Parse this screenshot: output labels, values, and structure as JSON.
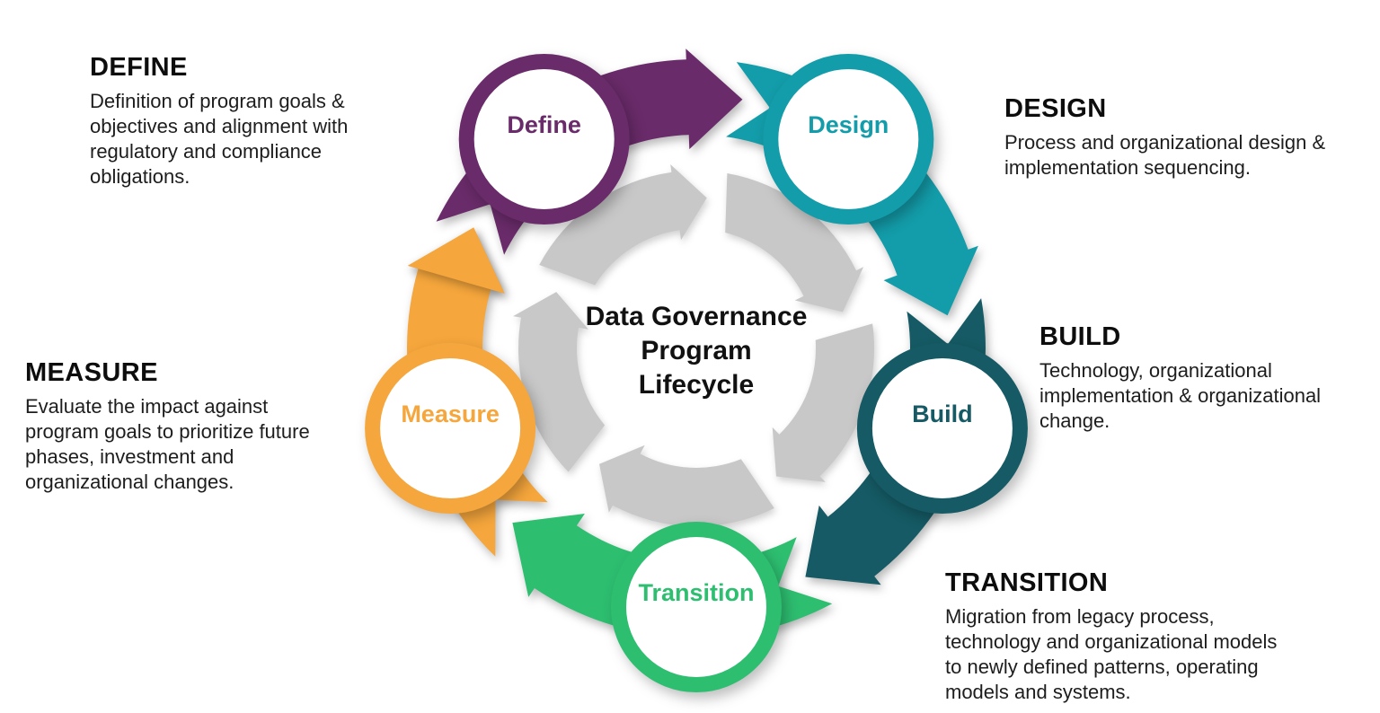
{
  "page_title": "Data Governance Program Lifecycle",
  "center_title": {
    "line1": "Data Governance",
    "line2": "Program",
    "line3": "Lifecycle"
  },
  "inner_ring": {
    "name": "cycle-arrows",
    "color": "#C8C8C8",
    "direction": "clockwise",
    "segments": 5
  },
  "stages": [
    {
      "id": "define",
      "label": "Define",
      "color": "#692B69",
      "heading": "DEFINE",
      "description": "Definition of program goals & objectives and alignment with regulatory and compliance obligations."
    },
    {
      "id": "design",
      "label": "Design",
      "color": "#139CA9",
      "heading": "DESIGN",
      "description": "Process and organizational design & implementation sequencing."
    },
    {
      "id": "build",
      "label": "Build",
      "color": "#155A64",
      "heading": "BUILD",
      "description": "Technology, organizational implementation & organizational change."
    },
    {
      "id": "transition",
      "label": "Transition",
      "color": "#2DBE70",
      "heading": "TRANSITION",
      "description": "Migration from legacy process, technology and organizational models to newly defined patterns, operating models and systems."
    },
    {
      "id": "measure",
      "label": "Measure",
      "color": "#F5A63C",
      "heading": "MEASURE",
      "description": "Evaluate the impact against program goals to prioritize future phases, investment and organizational changes."
    }
  ]
}
